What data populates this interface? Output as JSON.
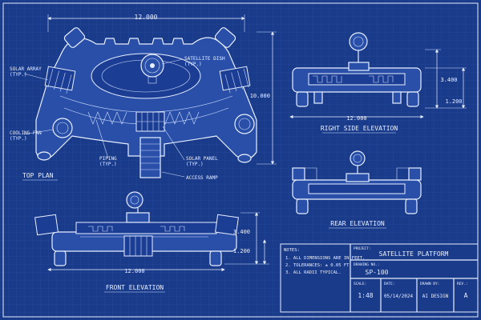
{
  "views": {
    "top_plan": "TOP PLAN",
    "right_side": "RIGHT SIDE ELEVATION",
    "rear": "REAR ELEVATION",
    "front": "FRONT ELEVATION"
  },
  "callouts": {
    "solar_array": [
      "SOLAR ARRAY",
      "(TYP.)"
    ],
    "cooling_fan": [
      "COOLING FAN",
      "(TYP.)"
    ],
    "satellite_dish": [
      "SATELLITE DISH",
      "(TYP.)"
    ],
    "piping": [
      "PIPING",
      "(TYP.)"
    ],
    "solar_panel": [
      "SOLAR PANEL",
      "(TYP.)"
    ],
    "access_ramp": "ACCESS RAMP"
  },
  "dimensions": {
    "top_width": "12.000",
    "top_depth": "10.000",
    "side_width": "12.000",
    "side_height": "3.400",
    "side_base": "1.200",
    "front_width": "12.000",
    "front_height": "3.400",
    "front_base": "1.200"
  },
  "notes": {
    "heading": "NOTES:",
    "items": [
      "1. ALL DIMENSIONS ARE IN FEET.",
      "2. TOLERANCES: ± 0.05 FT",
      "3. ALL RADII TYPICAL."
    ]
  },
  "title_block": {
    "project_label": "PROJECT:",
    "project": "SATELLITE PLATFORM",
    "drawing_no_label": "DRAWING NO.:",
    "drawing_no": "SP-100",
    "scale_label": "SCALE:",
    "scale": "1:48",
    "date_label": "DATE:",
    "date": "05/14/2024",
    "drawn_by_label": "DRAWN BY:",
    "drawn_by": "AI DESIGN",
    "rev_label": "REV.:",
    "rev": "A"
  },
  "colors": {
    "background": "#1a3a8a",
    "line": "#e8f0ff",
    "grid": "#2b4f9f"
  }
}
